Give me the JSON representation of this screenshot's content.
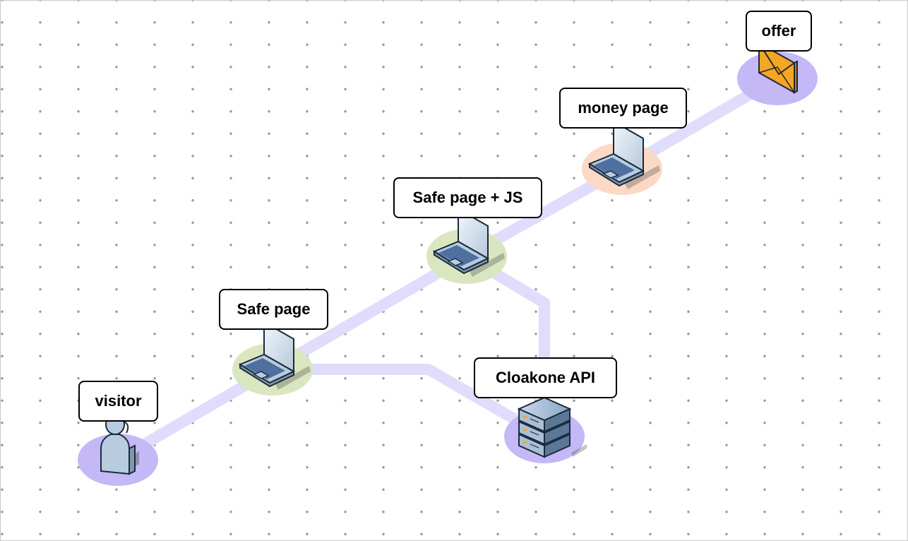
{
  "nodes": {
    "visitor": {
      "label": "visitor",
      "icon": "person-icon",
      "base_color": "#c4b8f7"
    },
    "safe_page": {
      "label": "Safe page",
      "icon": "laptop-icon",
      "base_color": "#d9e6bf"
    },
    "safe_page_js": {
      "label": "Safe page + JS",
      "icon": "laptop-icon",
      "base_color": "#d9e6bf"
    },
    "money_page": {
      "label": "money page",
      "icon": "laptop-icon",
      "base_color": "#fbd9c4"
    },
    "offer": {
      "label": "offer",
      "icon": "envelope-icon",
      "base_color": "#c4b8f7"
    },
    "cloakone_api": {
      "label": "Cloakone API",
      "icon": "server-icon",
      "base_color": "#c4b8f7"
    }
  },
  "connections": [
    {
      "from": "visitor",
      "to": "safe_page"
    },
    {
      "from": "safe_page",
      "to": "safe_page_js"
    },
    {
      "from": "safe_page_js",
      "to": "money_page"
    },
    {
      "from": "money_page",
      "to": "offer"
    },
    {
      "from": "safe_page",
      "to": "cloakone_api"
    },
    {
      "from": "safe_page_js",
      "to": "cloakone_api"
    }
  ],
  "colors": {
    "connector": "#e0dcfb",
    "label_border": "#000000",
    "dot_grid": "#9a9a9a",
    "laptop_body": "#b8cce0",
    "laptop_screen": "#4f6f9f",
    "person_body": "#b8cce0",
    "envelope": "#f5a623",
    "server_body": "#b8cce0"
  }
}
